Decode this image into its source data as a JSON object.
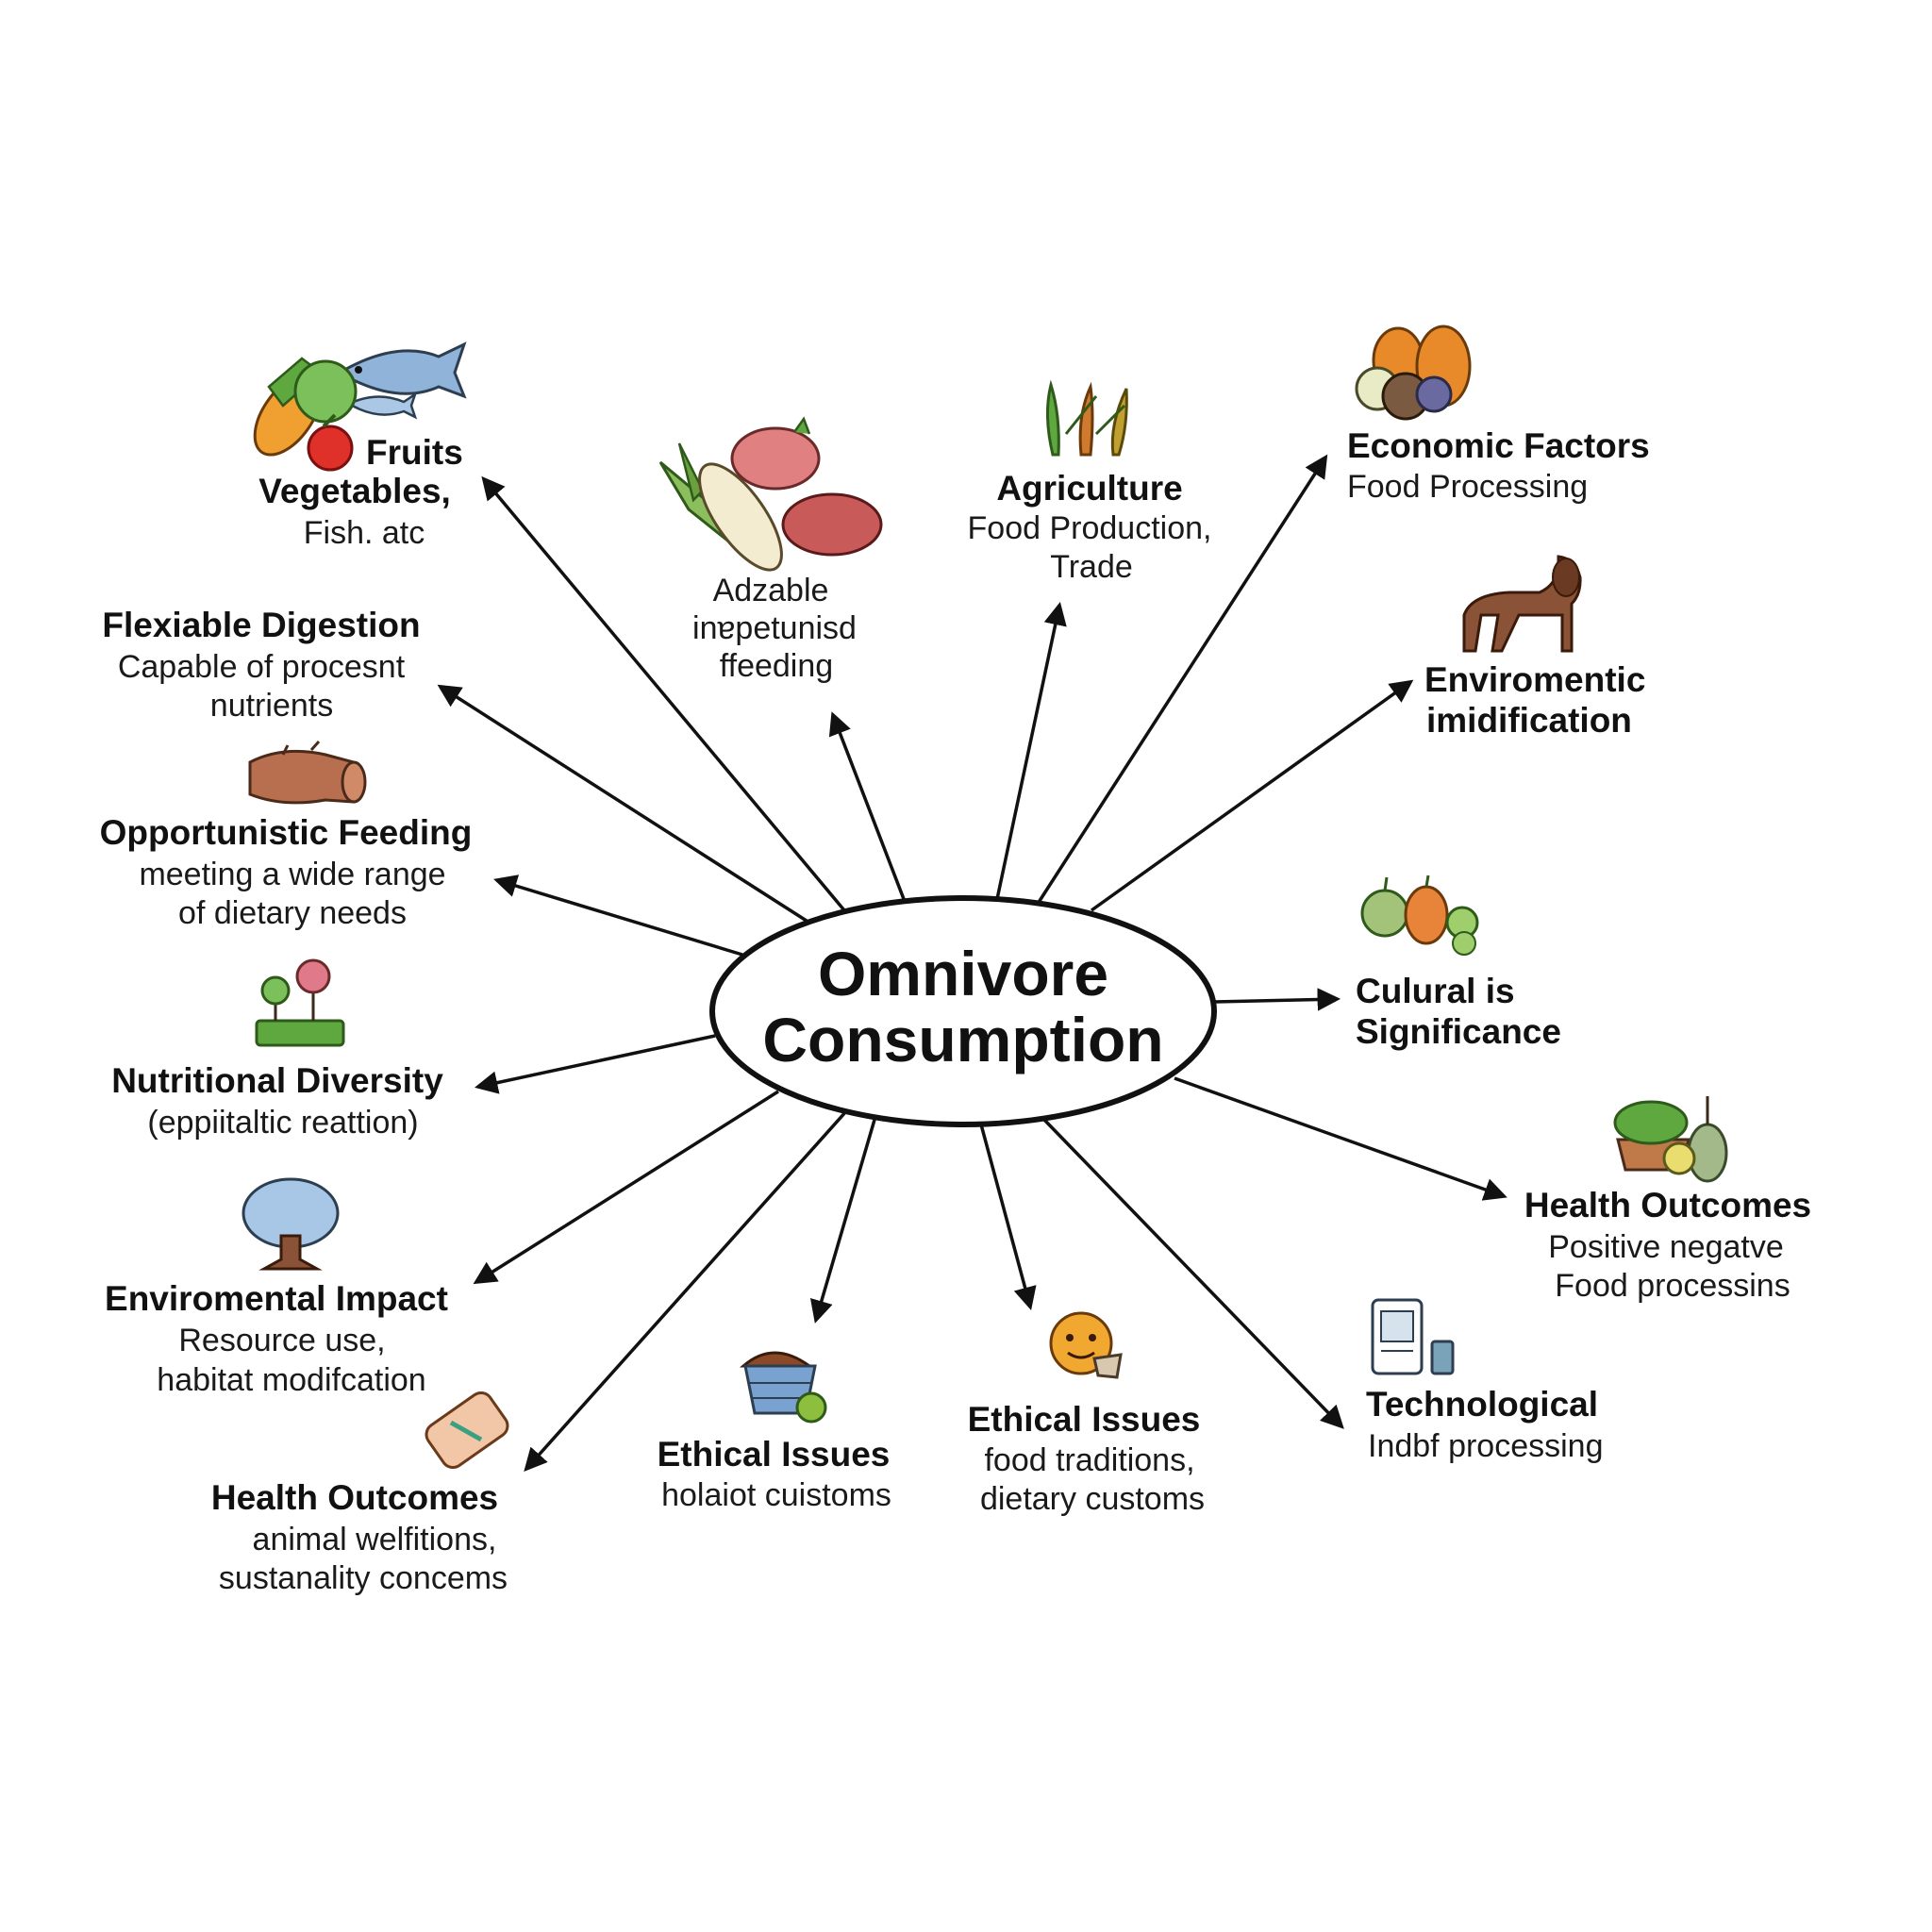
{
  "hub": {
    "line1": "Omnivore",
    "line2": "Consumption"
  },
  "nodes": [
    {
      "id": "fruits",
      "icon": "fruits-vegetables-fish-icon",
      "title_lines": [
        "Fruits",
        "Vegetables,"
      ],
      "sub_lines": [
        "Fish. atc"
      ]
    },
    {
      "id": "adaptable",
      "icon": "meat-vegetables-icon",
      "title_lines": [],
      "sub_lines": [
        "Adzable",
        "inɐpetunisd",
        "ffeeding"
      ]
    },
    {
      "id": "agriculture",
      "icon": "crop-plants-icon",
      "title_lines": [
        "Agriculture"
      ],
      "sub_lines": [
        "Food Production,",
        "Trade"
      ]
    },
    {
      "id": "economic",
      "icon": "pumpkins-produce-icon",
      "title_lines": [
        "Economic Factors"
      ],
      "sub_lines": [
        "Food Processing"
      ]
    },
    {
      "id": "flexible",
      "icon": "",
      "title_lines": [
        "Flexiable Digestion"
      ],
      "sub_lines": [
        "Capable of procesnt",
        "nutrients"
      ]
    },
    {
      "id": "enviromentic",
      "icon": "dog-icon",
      "title_lines": [
        "Enviromentic",
        "imidification"
      ],
      "sub_lines": []
    },
    {
      "id": "opportunistic",
      "icon": "log-icon",
      "title_lines": [
        "Opportunistic Feeding"
      ],
      "sub_lines": [
        "meeting a wide range",
        "of dietary needs"
      ]
    },
    {
      "id": "cultural",
      "icon": "fruit-basket-icon",
      "title_lines": [
        "Culural is",
        "Significance"
      ],
      "sub_lines": []
    },
    {
      "id": "nutritional",
      "icon": "sprouts-icon",
      "title_lines": [
        "Nutritional Diversity"
      ],
      "sub_lines": [
        "(eppiitaltic reattion)"
      ]
    },
    {
      "id": "health-right",
      "icon": "potted-vegetables-icon",
      "title_lines": [
        "Health Outcomes"
      ],
      "sub_lines": [
        "Positive negatve",
        "Food processins"
      ]
    },
    {
      "id": "environmental",
      "icon": "tree-icon",
      "title_lines": [
        "Enviromental Impact"
      ],
      "sub_lines": [
        "Resource use,",
        "habitat modifcation"
      ]
    },
    {
      "id": "technological",
      "icon": "tablet-device-icon",
      "title_lines": [
        "Technological"
      ],
      "sub_lines": [
        "Indbf processing"
      ]
    },
    {
      "id": "health-left",
      "icon": "bandage-icon",
      "title_lines": [
        "Health Outcomes"
      ],
      "sub_lines": [
        "animal welfitions,",
        "sustanality concems"
      ]
    },
    {
      "id": "ethical-1",
      "icon": "food-bowl-icon",
      "title_lines": [
        "Ethical Issues"
      ],
      "sub_lines": [
        "holaiot cuistoms"
      ]
    },
    {
      "id": "ethical-2",
      "icon": "smiley-face-icon",
      "title_lines": [
        "Ethical Issues"
      ],
      "sub_lines": [
        "food traditions,",
        "dietary customs"
      ]
    }
  ]
}
